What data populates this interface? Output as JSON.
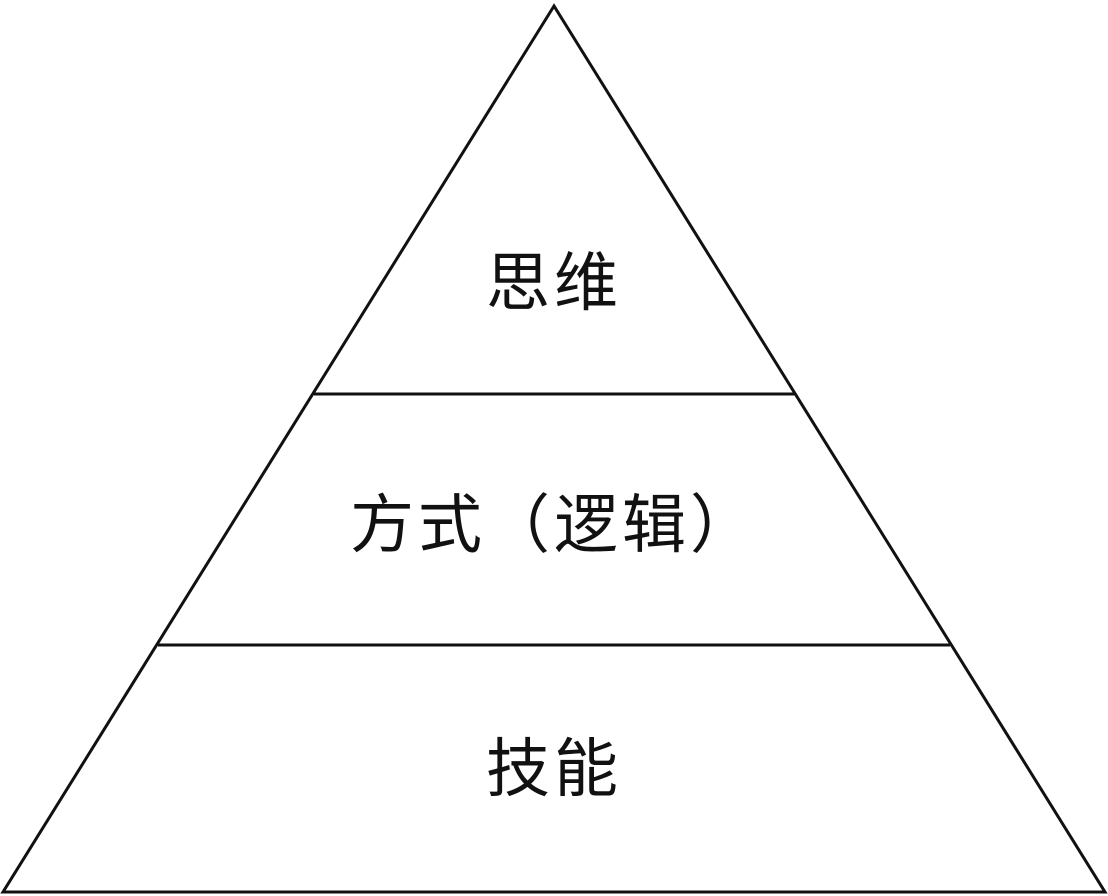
{
  "pyramid": {
    "tiers": [
      {
        "label": "思维"
      },
      {
        "label": "方式（逻辑）"
      },
      {
        "label": "技能"
      }
    ],
    "stroke_color": "#111111",
    "background_color": "#ffffff"
  }
}
